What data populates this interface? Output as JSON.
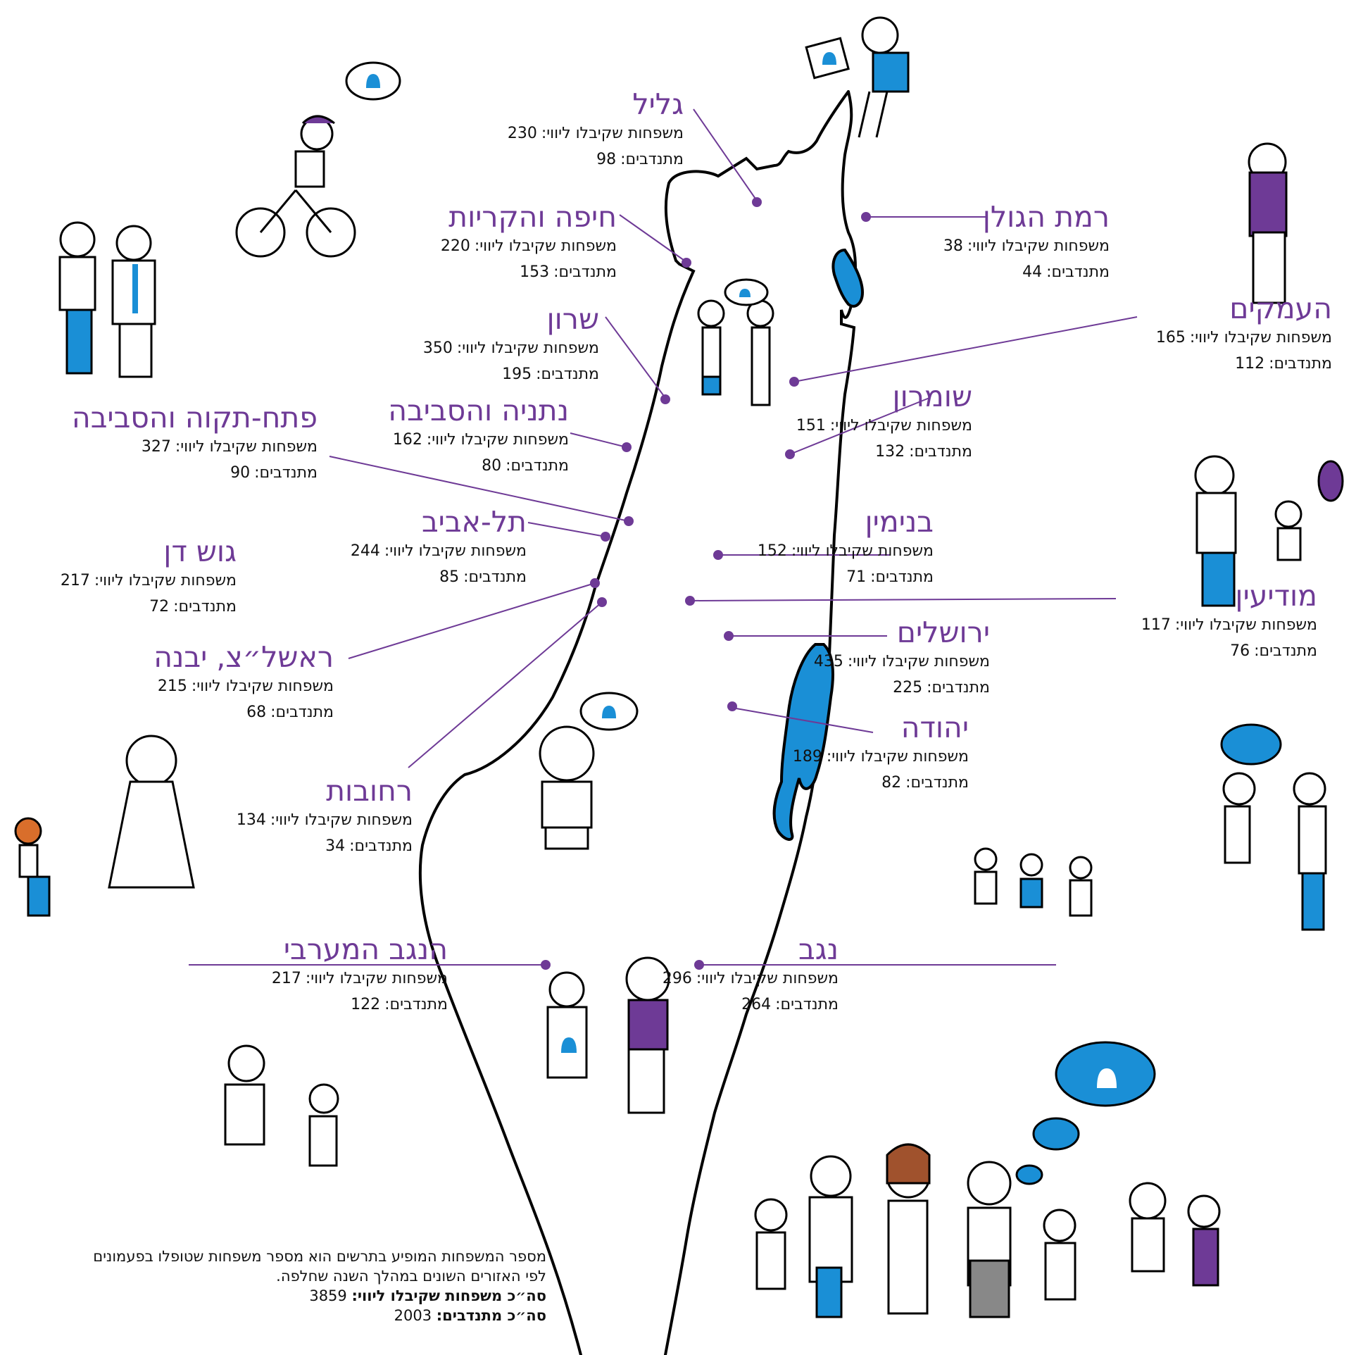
{
  "regions": [
    {
      "id": "galil",
      "name": "גליל",
      "families_label": "משפחות שקיבלו ליווי:",
      "families": 230,
      "volunteers_label": "מתנדבים:",
      "volunteers": 98
    },
    {
      "id": "haifa",
      "name": "חיפה והקריות",
      "families_label": "משפחות שקיבלו ליווי:",
      "families": 220,
      "volunteers_label": "מתנדבים:",
      "volunteers": 153
    },
    {
      "id": "golan",
      "name": "רמת הגולן",
      "families_label": "משפחות שקיבלו ליווי:",
      "families": 38,
      "volunteers_label": "מתנדבים:",
      "volunteers": 44
    },
    {
      "id": "sharon",
      "name": "שרון",
      "families_label": "משפחות שקיבלו ליווי:",
      "families": 350,
      "volunteers_label": "מתנדבים:",
      "volunteers": 195
    },
    {
      "id": "amakim",
      "name": "העמקים",
      "families_label": "משפחות שקיבלו ליווי:",
      "families": 165,
      "volunteers_label": "מתנדבים:",
      "volunteers": 112
    },
    {
      "id": "netanya",
      "name": "נתניה והסביבה",
      "families_label": "משפחות שקיבלו ליווי:",
      "families": 162,
      "volunteers_label": "מתנדבים:",
      "volunteers": 80
    },
    {
      "id": "shomron",
      "name": "שומרון",
      "families_label": "משפחות שקיבלו ליווי:",
      "families": 151,
      "volunteers_label": "מתנדבים:",
      "volunteers": 132
    },
    {
      "id": "petah-tikva",
      "name": "פתח-תקוה והסביבה",
      "families_label": "משפחות שקיבלו ליווי:",
      "families": 327,
      "volunteers_label": "מתנדבים:",
      "volunteers": 90
    },
    {
      "id": "tel-aviv",
      "name": "תל-אביב",
      "families_label": "משפחות שקיבלו ליווי:",
      "families": 244,
      "volunteers_label": "מתנדבים:",
      "volunteers": 85
    },
    {
      "id": "binyamin",
      "name": "בנימין",
      "families_label": "משפחות שקיבלו ליווי:",
      "families": 152,
      "volunteers_label": "מתנדבים:",
      "volunteers": 71
    },
    {
      "id": "gush-dan",
      "name": "גוש דן",
      "families_label": "משפחות שקיבלו ליווי:",
      "families": 217,
      "volunteers_label": "מתנדבים:",
      "volunteers": 72
    },
    {
      "id": "modiin",
      "name": "מודיעין",
      "families_label": "משפחות שקיבלו ליווי:",
      "families": 117,
      "volunteers_label": "מתנדבים:",
      "volunteers": 76
    },
    {
      "id": "jerusalem",
      "name": "ירושלים",
      "families_label": "משפחות שקיבלו ליווי:",
      "families": 435,
      "volunteers_label": "מתנדבים:",
      "volunteers": 225
    },
    {
      "id": "rishon",
      "name": "ראשל״צ, יבנה",
      "families_label": "משפחות שקיבלו ליווי:",
      "families": 215,
      "volunteers_label": "מתנדבים:",
      "volunteers": 68
    },
    {
      "id": "yehuda",
      "name": "יהודה",
      "families_label": "משפחות שקיבלו ליווי:",
      "families": 189,
      "volunteers_label": "מתנדבים:",
      "volunteers": 82
    },
    {
      "id": "rehovot",
      "name": "רחובות",
      "families_label": "משפחות שקיבלו ליווי:",
      "families": 134,
      "volunteers_label": "מתנדבים:",
      "volunteers": 34
    },
    {
      "id": "western-negev",
      "name": "הנגב המערבי",
      "families_label": "משפחות שקיבלו ליווי:",
      "families": 217,
      "volunteers_label": "מתנדבים:",
      "volunteers": 122
    },
    {
      "id": "negev",
      "name": "נגב",
      "families_label": "משפחות שקיבלו ליווי:",
      "families": 296,
      "volunteers_label": "מתנדבים:",
      "volunteers": 264
    }
  ],
  "footnote": {
    "line1": "מספר המשפחות המופיע בתרשים הוא מספר משפחות שטופלו בפעמונים",
    "line2": "לפי האזורים השונים במהלך השנה שחלפה.",
    "total_families_label": "סה״כ משפחות שקיבלו ליווי:",
    "total_families": 3859,
    "total_volunteers_label": "סה״כ מתנדבים:",
    "total_volunteers": 2003
  },
  "colors": {
    "accent": "#6e3a96",
    "water": "#1a8fd6",
    "ink": "#111111"
  },
  "icons": [
    "bell-icon"
  ]
}
